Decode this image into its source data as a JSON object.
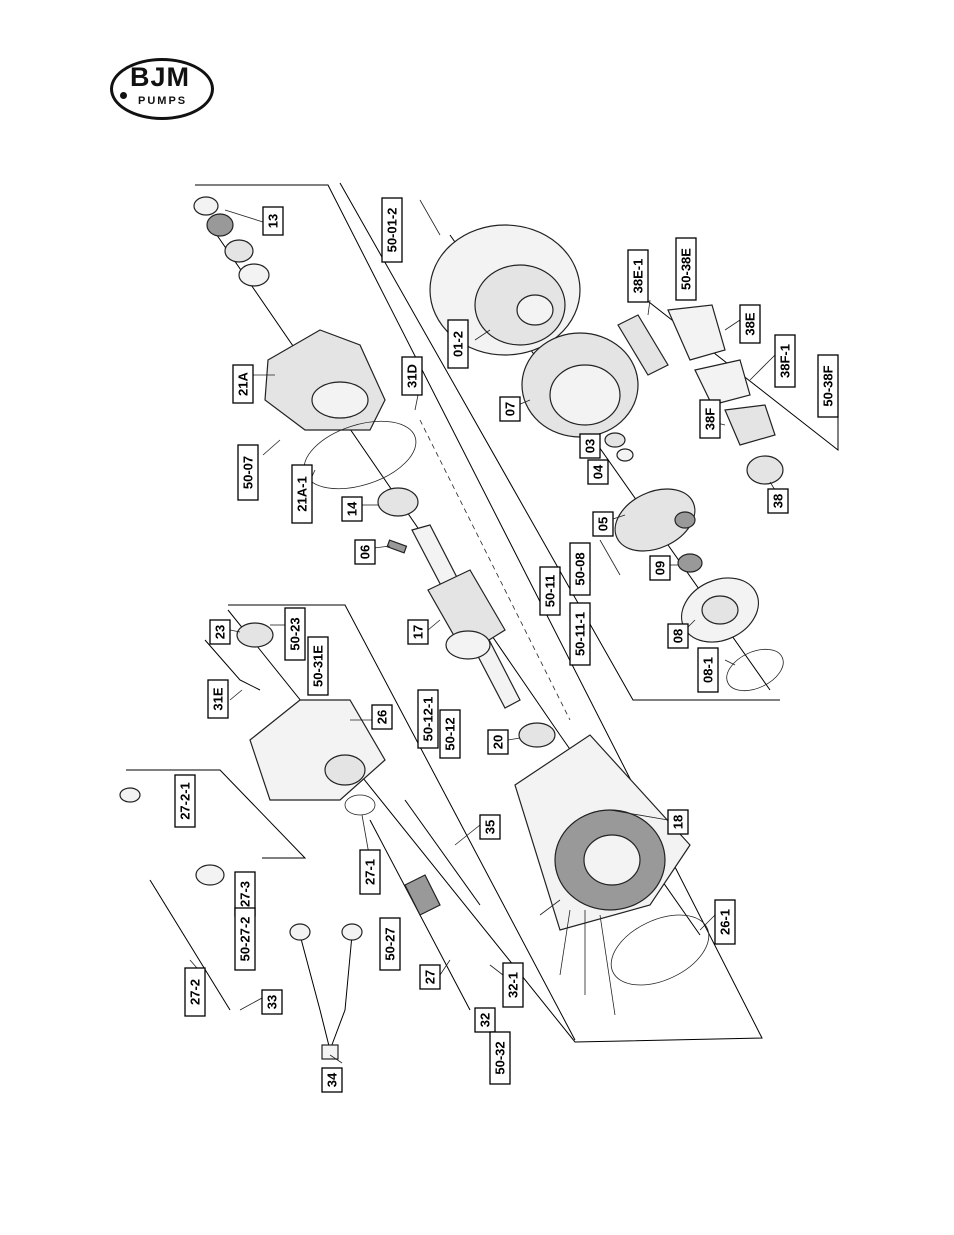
{
  "logo": {
    "main": "BJM",
    "sub": "PUMPS"
  },
  "labels": [
    {
      "id": "13",
      "text": "13"
    },
    {
      "id": "50-01-2",
      "text": "50-01-2"
    },
    {
      "id": "21A",
      "text": "21A"
    },
    {
      "id": "31D",
      "text": "31D"
    },
    {
      "id": "50-07",
      "text": "50-07"
    },
    {
      "id": "21A-1",
      "text": "21A-1"
    },
    {
      "id": "14",
      "text": "14"
    },
    {
      "id": "01-2",
      "text": "01-2"
    },
    {
      "id": "38E-1",
      "text": "38E-1"
    },
    {
      "id": "50-38E",
      "text": "50-38E"
    },
    {
      "id": "38E",
      "text": "38E"
    },
    {
      "id": "38F-1",
      "text": "38F-1"
    },
    {
      "id": "50-38F",
      "text": "50-38F"
    },
    {
      "id": "07",
      "text": "07"
    },
    {
      "id": "03",
      "text": "03"
    },
    {
      "id": "04",
      "text": "04"
    },
    {
      "id": "38F",
      "text": "38F"
    },
    {
      "id": "38",
      "text": "38"
    },
    {
      "id": "06",
      "text": "06"
    },
    {
      "id": "05",
      "text": "05"
    },
    {
      "id": "50-08",
      "text": "50-08"
    },
    {
      "id": "09",
      "text": "09"
    },
    {
      "id": "50-11",
      "text": "50-11"
    },
    {
      "id": "50-11-1",
      "text": "50-11-1"
    },
    {
      "id": "08",
      "text": "08"
    },
    {
      "id": "08-1",
      "text": "08-1"
    },
    {
      "id": "17",
      "text": "17"
    },
    {
      "id": "23",
      "text": "23"
    },
    {
      "id": "50-23",
      "text": "50-23"
    },
    {
      "id": "50-31E",
      "text": "50-31E"
    },
    {
      "id": "31E",
      "text": "31E"
    },
    {
      "id": "26",
      "text": "26"
    },
    {
      "id": "50-12-1",
      "text": "50-12-1"
    },
    {
      "id": "50-12",
      "text": "50-12"
    },
    {
      "id": "20",
      "text": "20"
    },
    {
      "id": "27-2-1",
      "text": "27-2-1"
    },
    {
      "id": "27-1",
      "text": "27-1"
    },
    {
      "id": "35",
      "text": "35"
    },
    {
      "id": "18",
      "text": "18"
    },
    {
      "id": "27-3",
      "text": "27-3"
    },
    {
      "id": "50-27-2",
      "text": "50-27-2"
    },
    {
      "id": "50-27",
      "text": "50-27"
    },
    {
      "id": "26-1",
      "text": "26-1"
    },
    {
      "id": "27",
      "text": "27"
    },
    {
      "id": "32-1",
      "text": "32-1"
    },
    {
      "id": "27-2",
      "text": "27-2"
    },
    {
      "id": "33",
      "text": "33"
    },
    {
      "id": "32",
      "text": "32"
    },
    {
      "id": "50-32",
      "text": "50-32"
    },
    {
      "id": "34",
      "text": "34"
    }
  ]
}
